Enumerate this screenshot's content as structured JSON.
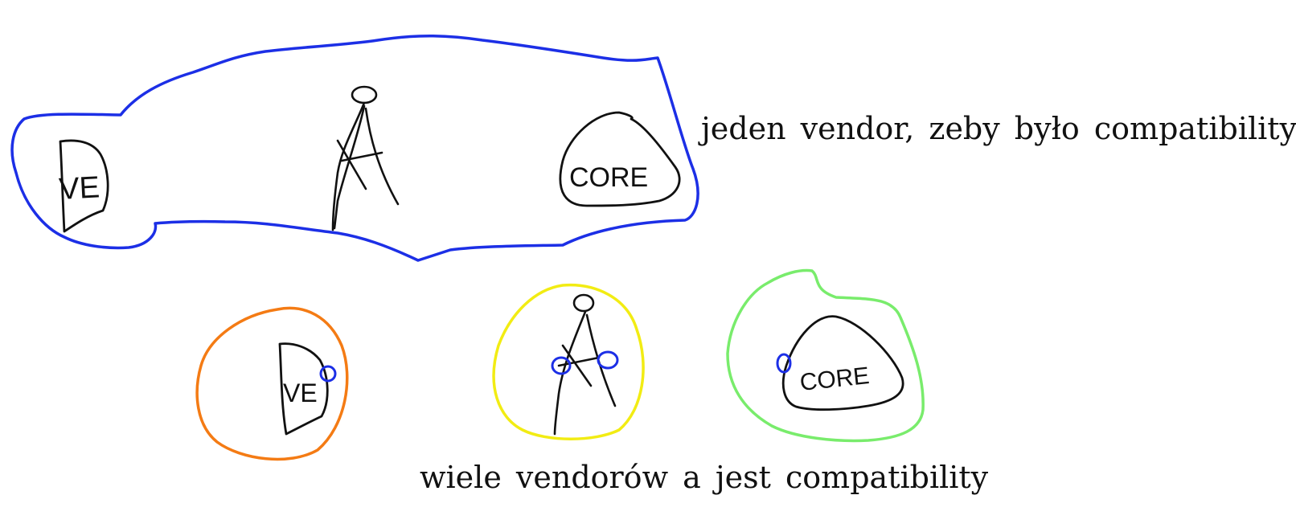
{
  "top_group": {
    "caption": "jeden vendor, zeby było compatibility",
    "outline_color": "#1c2fe6",
    "ve_label": "VE",
    "core_label": "CORE"
  },
  "bottom_group": {
    "caption": "wiele vendorów a jest compatibility",
    "ve_label": "VE",
    "core_label": "CORE",
    "ve_circle_color": "#f47b14",
    "person_circle_color": "#f2ec13",
    "core_circle_color": "#79ec6c",
    "connector_color": "#1c2fe6"
  },
  "ink_color": "#111111"
}
